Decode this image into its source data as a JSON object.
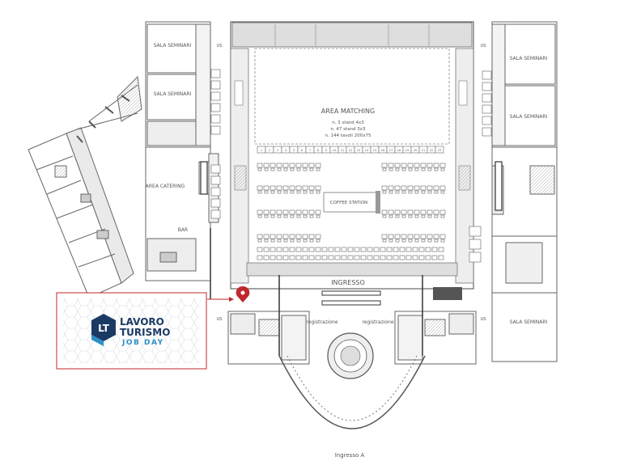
{
  "labels": {
    "sala_seminari": "SALA SEMINARI",
    "area_matching": "AREA MATCHING",
    "stand_1": "n. 3 stand 4x3",
    "stand_2": "n. 47 stand 3x3",
    "stand_3": "n. 144 tavoli 200x75",
    "coffee_station": "COFFEE STATION",
    "area_catering": "AREA CATERING",
    "bar": "BAR",
    "ingresso": "INGRESSO",
    "registrazione": "registrazione",
    "ingresso_a": "Ingresso A",
    "us": "US"
  },
  "stand_numbers": [
    "1",
    "2",
    "3",
    "4",
    "5",
    "6",
    "7",
    "8",
    "9",
    "10",
    "11",
    "12",
    "13",
    "14",
    "15",
    "16",
    "17",
    "18",
    "19",
    "20",
    "21",
    "22",
    "23"
  ],
  "logo": {
    "initials": "LT",
    "line1": "LAVORO",
    "line2": "TURISMO",
    "line3": "JOB DAY"
  },
  "colors": {
    "wall": "#666666",
    "fill": "#dedede",
    "marker": "#c0272d",
    "logo_blue": "#1b3a63",
    "logo_accent": "#2c8fc9",
    "callout_border": "#c0272d"
  },
  "icons": {
    "marker": "map-pin-icon",
    "logo": "lt-hexagon-logo"
  }
}
